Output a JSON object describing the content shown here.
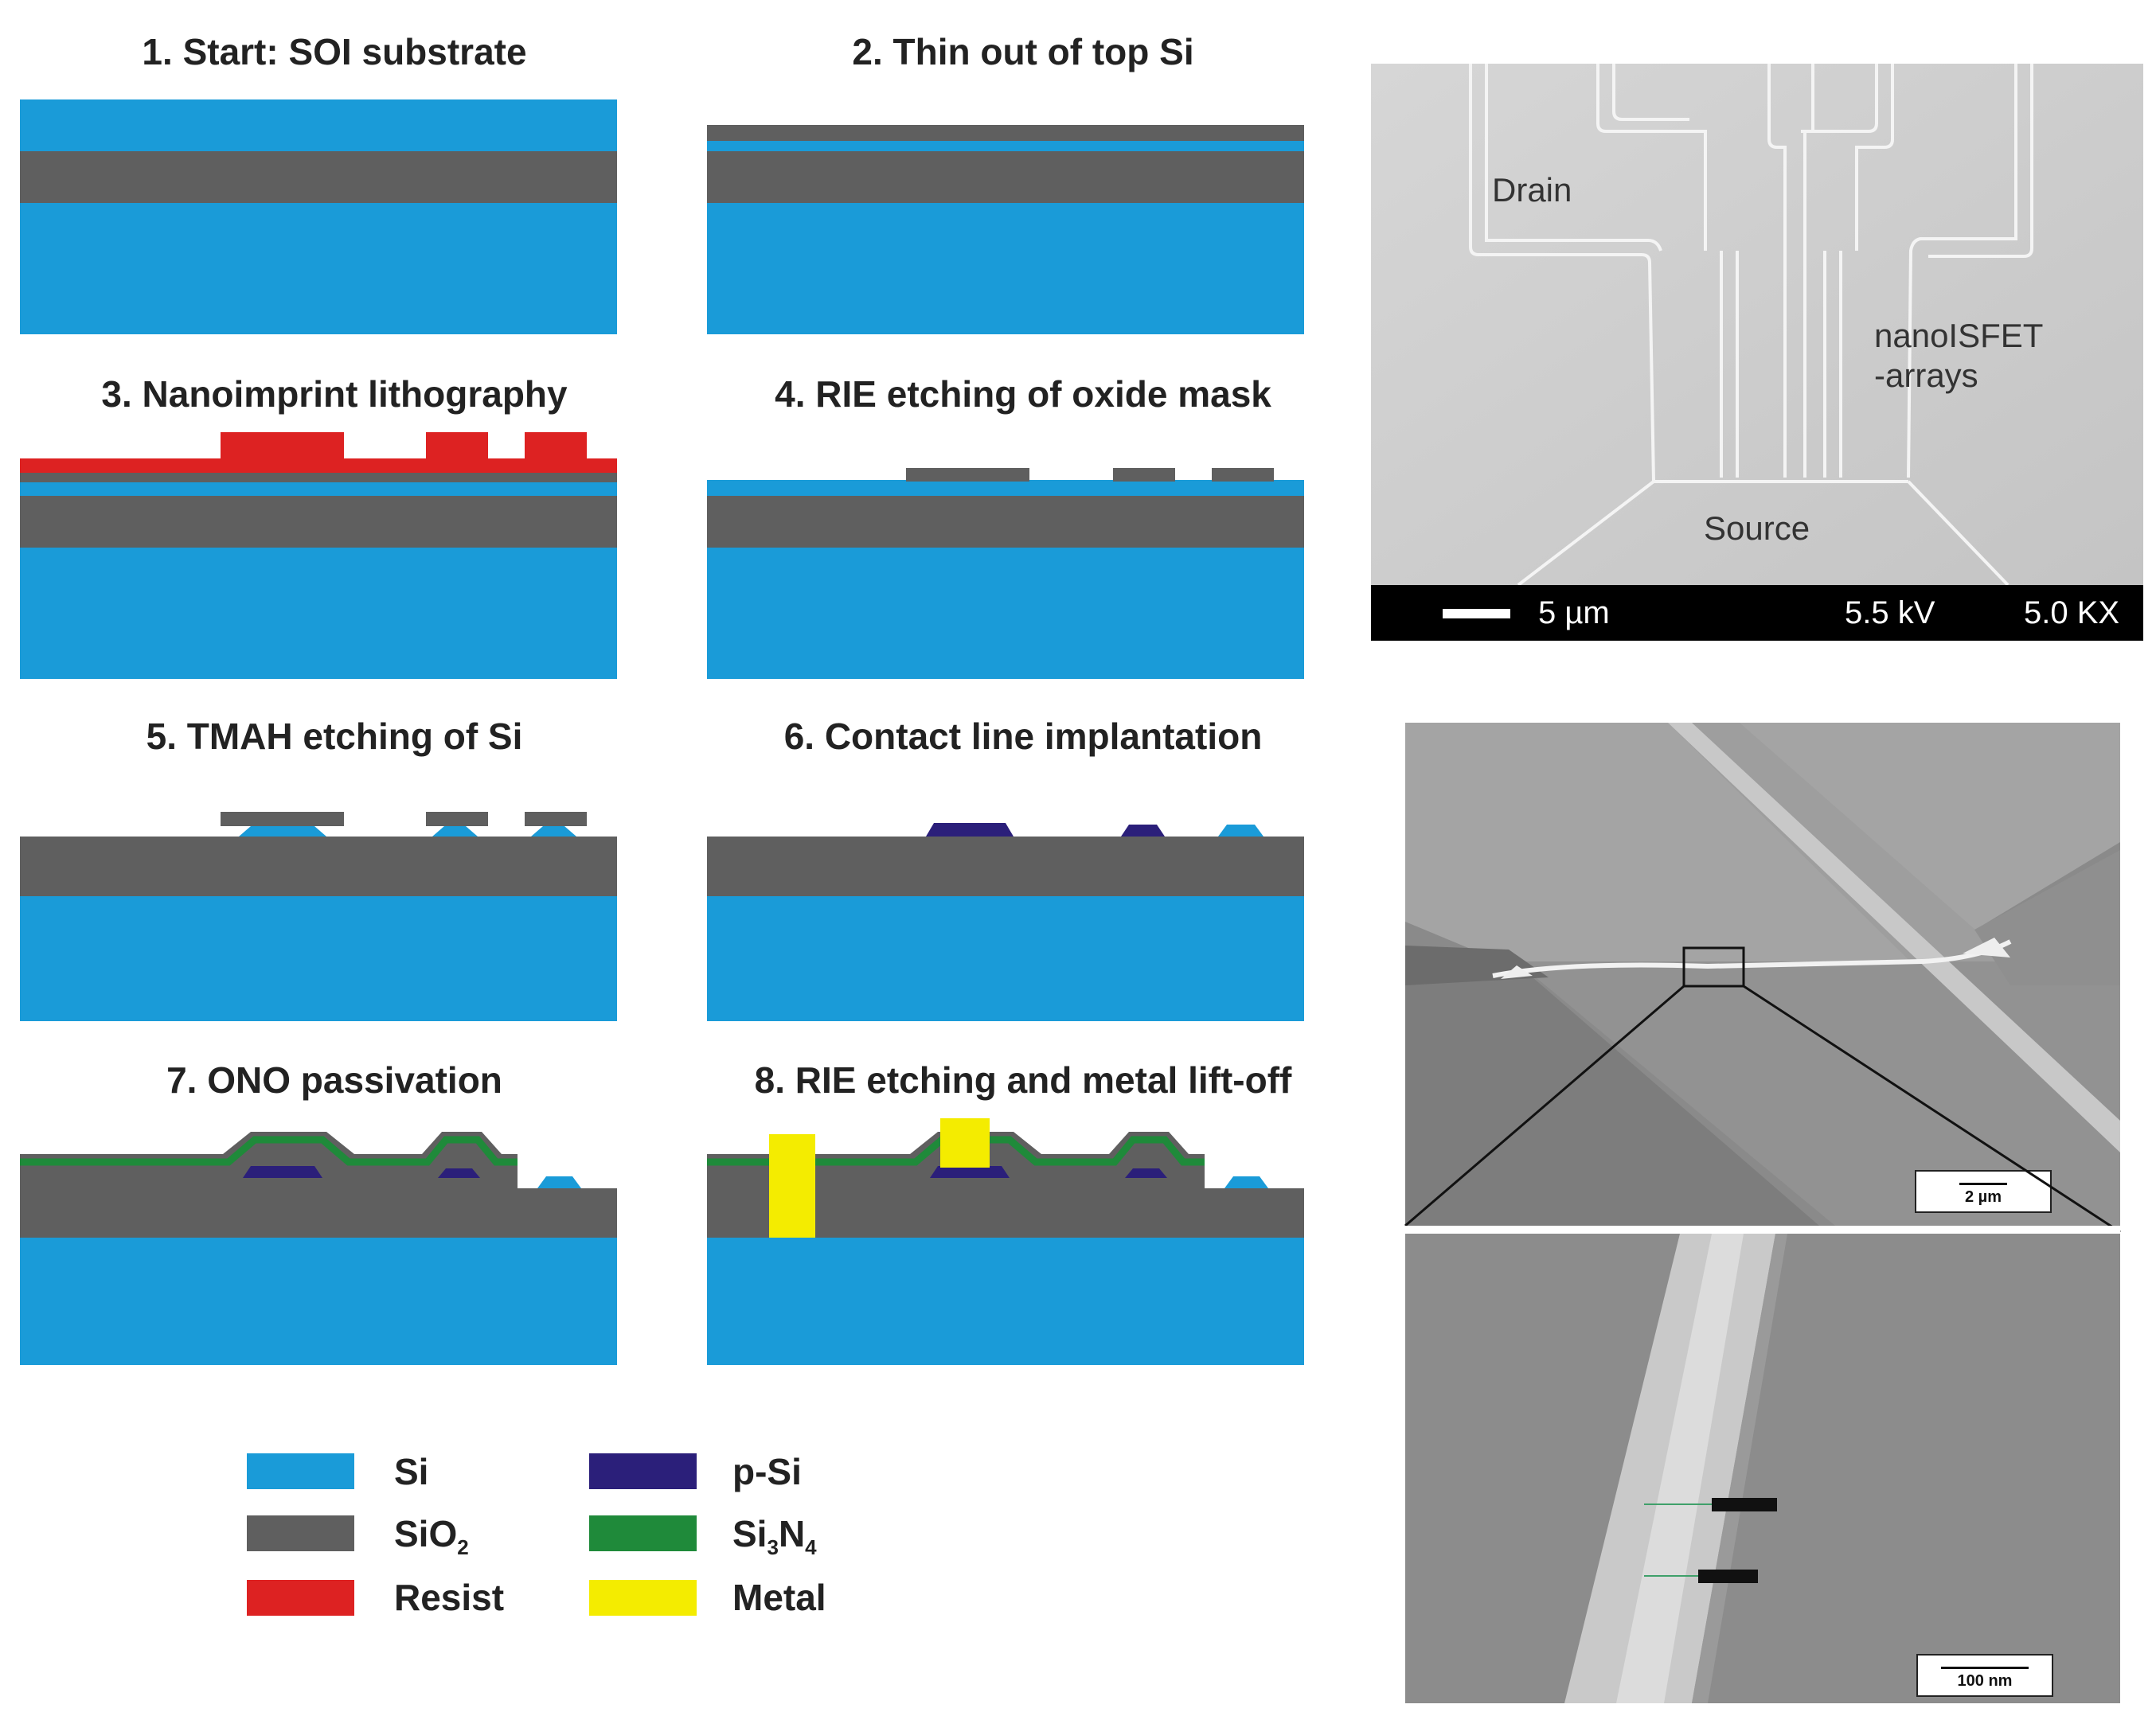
{
  "steps": [
    {
      "title": "1. Start: SOI substrate"
    },
    {
      "title": "2. Thin out of top Si"
    },
    {
      "title": "3. Nanoimprint lithography"
    },
    {
      "title": "4. RIE etching of oxide mask"
    },
    {
      "title": "5. TMAH etching of Si"
    },
    {
      "title": "6. Contact line implantation"
    },
    {
      "title": "7. ONO passivation"
    },
    {
      "title": "8. RIE etching and metal lift-off"
    }
  ],
  "colors": {
    "si": "#1a9bd8",
    "sio2": "#5f5f5f",
    "resist": "#dd2222",
    "psi": "#2b1f7a",
    "si3n4": "#1f8a3a",
    "metal": "#f4ec00"
  },
  "legend": [
    {
      "label": "Si",
      "color": "#1a9bd8"
    },
    {
      "label": "SiO",
      "sub": "2",
      "color": "#5f5f5f"
    },
    {
      "label": "Resist",
      "color": "#dd2222"
    },
    {
      "label": "p-Si",
      "color": "#2b1f7a"
    },
    {
      "label": "Si",
      "sub": "3",
      "label2": "N",
      "sub2": "4",
      "color": "#1f8a3a"
    },
    {
      "label": "Metal",
      "color": "#f4ec00"
    }
  ],
  "sem_top": {
    "labels": {
      "drain": "Drain",
      "arrays_1": "nanoISFET",
      "arrays_2": "-arrays",
      "source": "Source"
    },
    "scale": "5 µm",
    "voltage": "5.5 kV",
    "magnification": "5.0 KX"
  },
  "sem_mid": {
    "scale": "2 µm"
  },
  "sem_bottom": {
    "scale": "100 nm"
  }
}
